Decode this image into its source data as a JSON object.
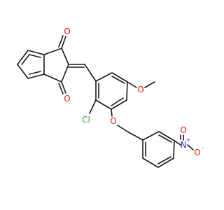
{
  "colors": {
    "bond": "#1a1a1a",
    "oxygen": "#e8200c",
    "chlorine": "#3aa83a",
    "nitrogen": "#2a2ae6",
    "carbon": "#1a1a1a"
  },
  "atoms": {
    "o_top": "O",
    "o_bottom": "O",
    "o_methoxy": "O",
    "cl": "Cl",
    "o_ether": "O",
    "n_nitro": "N",
    "n_charge": "+",
    "o_nitro_top": "O",
    "o_nitro_right": "O",
    "o_nitro_charge": "-"
  }
}
